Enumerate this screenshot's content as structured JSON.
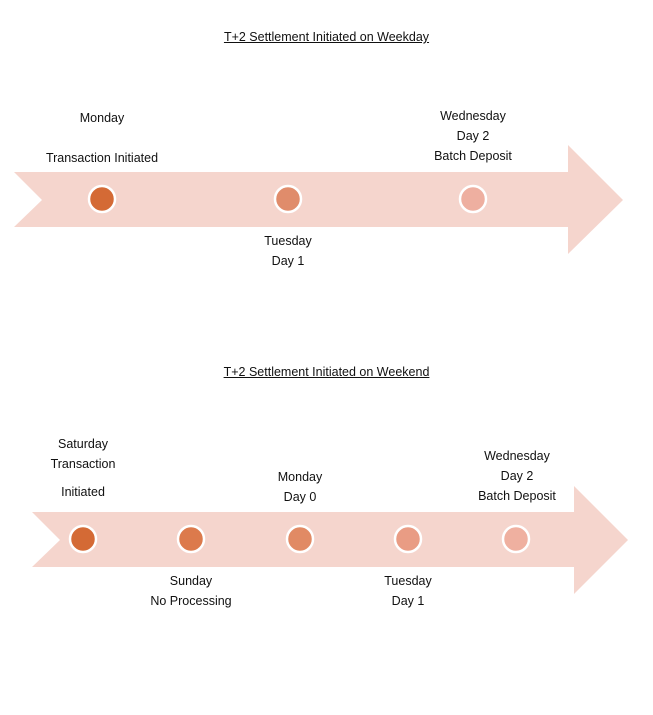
{
  "diagrams": [
    {
      "title": "T+2 Settlement Initiated on Weekday",
      "nodes": [
        {
          "lines": [
            "Monday",
            "",
            "Transaction Initiated"
          ],
          "color": "#d46a35"
        },
        {
          "lines": [
            "Tuesday",
            "Day 1"
          ],
          "color": "#e08c6b"
        },
        {
          "lines": [
            "Wednesday",
            "Day 2",
            "Batch Deposit"
          ],
          "color": "#eeafa0"
        }
      ]
    },
    {
      "title": "T+2 Settlement Initiated on Weekend",
      "nodes": [
        {
          "lines": [
            "Saturday",
            "Transaction",
            "",
            "Initiated"
          ],
          "color": "#d46a35"
        },
        {
          "lines": [
            "Sunday",
            "No Processing"
          ],
          "color": "#dc7a4c"
        },
        {
          "lines": [
            "Monday",
            "Day 0"
          ],
          "color": "#e18a64"
        },
        {
          "lines": [
            "Tuesday",
            "Day 1"
          ],
          "color": "#e99c84"
        },
        {
          "lines": [
            "Wednesday",
            "Day 2",
            "Batch Deposit"
          ],
          "color": "#efb0a0"
        }
      ]
    }
  ],
  "colors": {
    "arrow": "#f5d5cd",
    "dot_border": "#ffffff"
  }
}
